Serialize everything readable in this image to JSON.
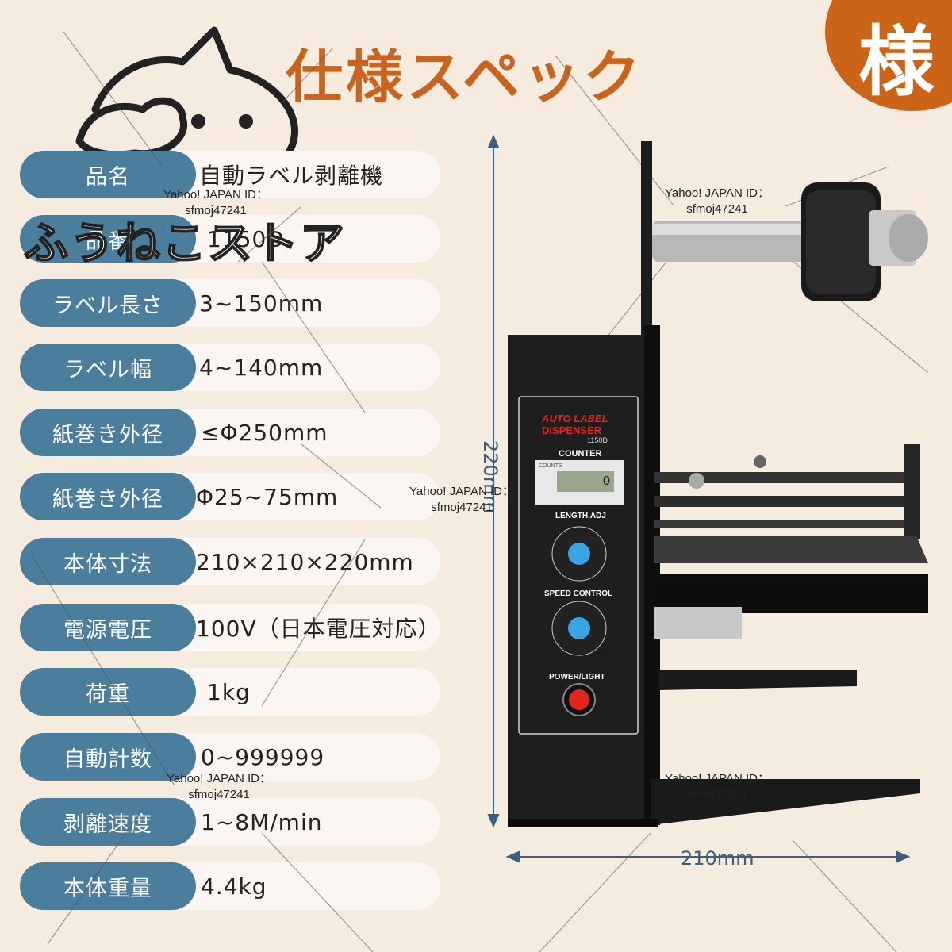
{
  "title": "仕様スペック",
  "corner_char": "様",
  "store_name": "ふうねこストア",
  "specs": [
    {
      "label": "品名",
      "value": "自動ラベル剥離機"
    },
    {
      "label": "品番",
      "value": "1150D"
    },
    {
      "label": "ラベル長さ",
      "value": "3~150mm"
    },
    {
      "label": "ラベル幅",
      "value": "4~140mm"
    },
    {
      "label": "紙巻き外径",
      "value": "≤Φ250mm"
    },
    {
      "label": "紙巻き外径",
      "value": "Φ25~75mm"
    },
    {
      "label": "本体寸法",
      "value": "210×210×220mm"
    },
    {
      "label": "電源電圧",
      "value": "100V（日本電圧対応）"
    },
    {
      "label": "荷重",
      "value": "1kg"
    },
    {
      "label": "自動計数",
      "value": "0~999999"
    },
    {
      "label": "剥離速度",
      "value": "1~8M/min"
    },
    {
      "label": "本体重量",
      "value": "4.4kg"
    }
  ],
  "watermark": {
    "line1": "Yahoo! JAPAN ID：",
    "line2": "sfmoj47241"
  },
  "dimensions": {
    "height": "220mm",
    "width": "210mm"
  },
  "machine_panel": {
    "brand_line1": "AUTO LABEL",
    "brand_line2": "DISPENSER",
    "model": "1150D",
    "counter": "COUNTER",
    "counts_label": "COUNTS",
    "counter_display": "0",
    "length_adj": "LENGTH.ADJ",
    "speed_control": "SPEED CONTROL",
    "power_light": "POWER/LIGHT"
  },
  "colors": {
    "background": "#f6ebdf",
    "label_pill": "#4b7d9d",
    "title": "#c8641e",
    "accent": "#cc6418"
  }
}
